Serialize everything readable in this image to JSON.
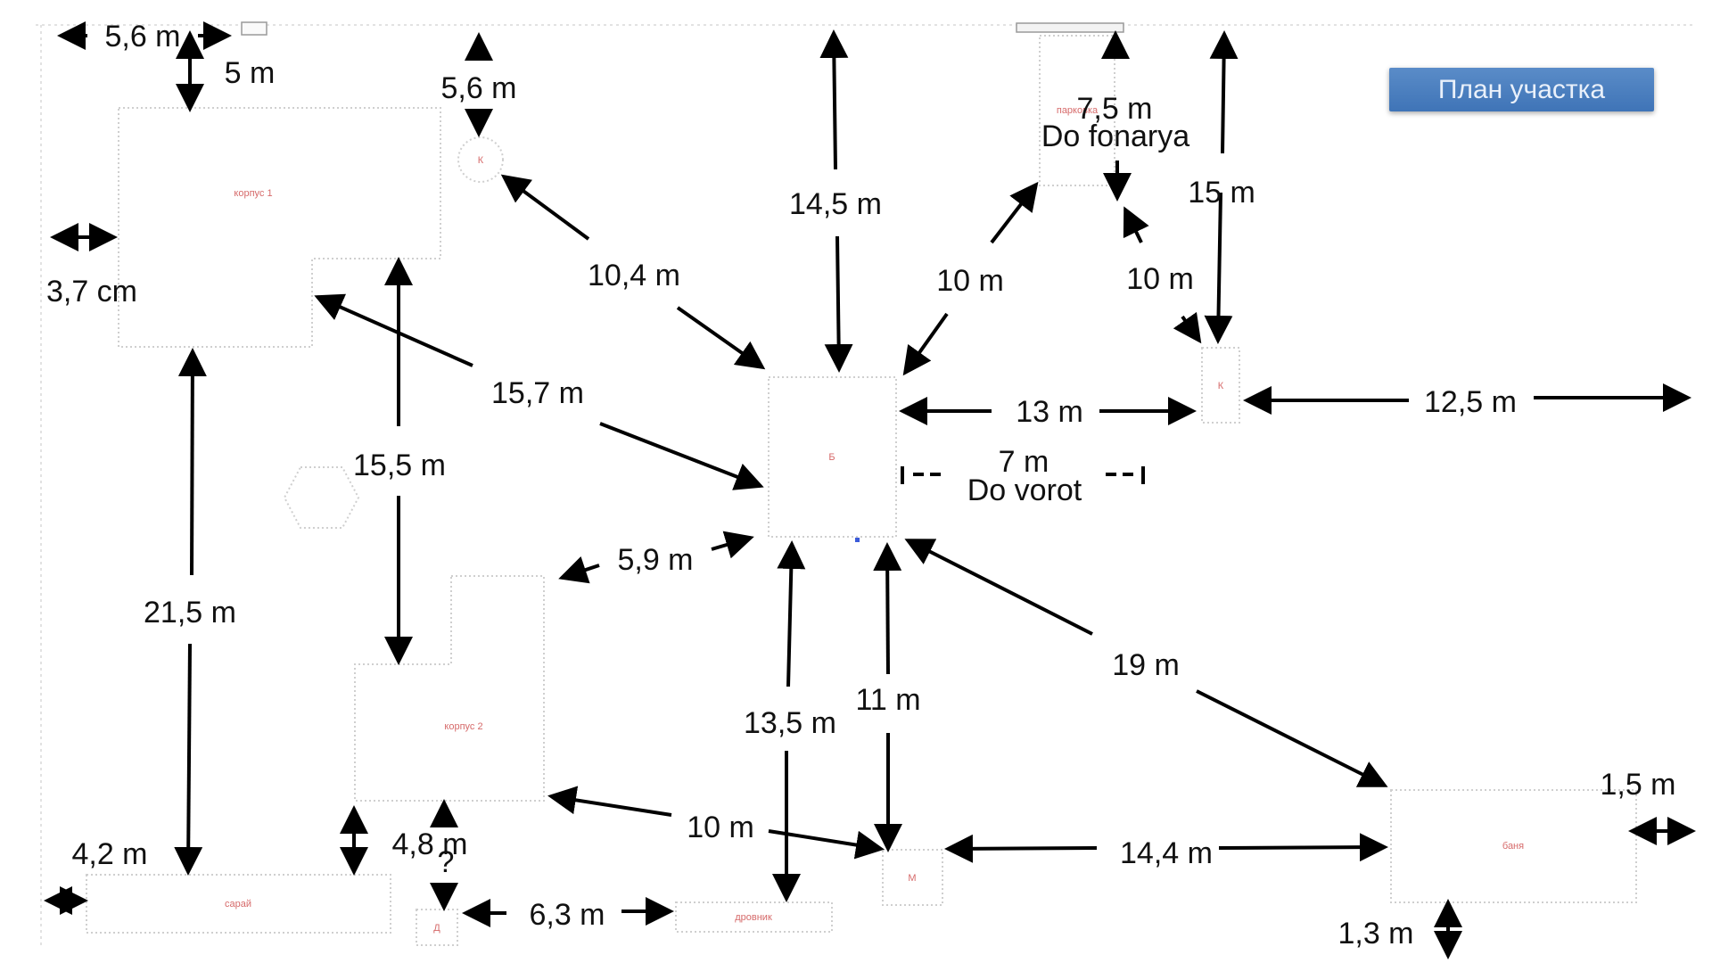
{
  "plan_button": "План участка",
  "buildings": {
    "korpus1": "корпус 1",
    "korpus2": "корпус 2",
    "b": "Б",
    "k_circle": "К",
    "k_right": "К",
    "m": "М",
    "d": "Д",
    "saray": "сарай",
    "drovnik": "дровник",
    "banya": "баня",
    "parking": "парковка"
  },
  "dimensions": {
    "d_5_6_left": "5,6 m",
    "d_5": "5 m",
    "d_5_6_top": "5,6 m",
    "d_14_5": "14,5 m",
    "d_7_5": "7,5 m",
    "do_fonarya": "Do fonarya",
    "d_15": "15 m",
    "d_3_7": "3,7 cm",
    "d_10_4": "10,4 m",
    "d_10_left": "10 m",
    "d_10_right": "10 m",
    "d_15_7": "15,7 m",
    "d_13": "13 m",
    "d_12_5": "12,5 m",
    "d_15_5": "15,5 m",
    "d_7": "7 m",
    "do_vorot": "Do vorot",
    "d_5_9": "5,9 m",
    "d_21_5": "21,5 m",
    "d_19": "19 m",
    "d_13_5": "13,5 m",
    "d_11": "11 m",
    "d_1_5": "1,5 m",
    "d_4_2": "4,2 m",
    "d_4_8": "4,8 m",
    "question": "?",
    "d_10_bottom": "10 m",
    "d_14_4": "14,4 m",
    "d_6_3": "6,3 m",
    "d_1_3": "1,3 m"
  }
}
